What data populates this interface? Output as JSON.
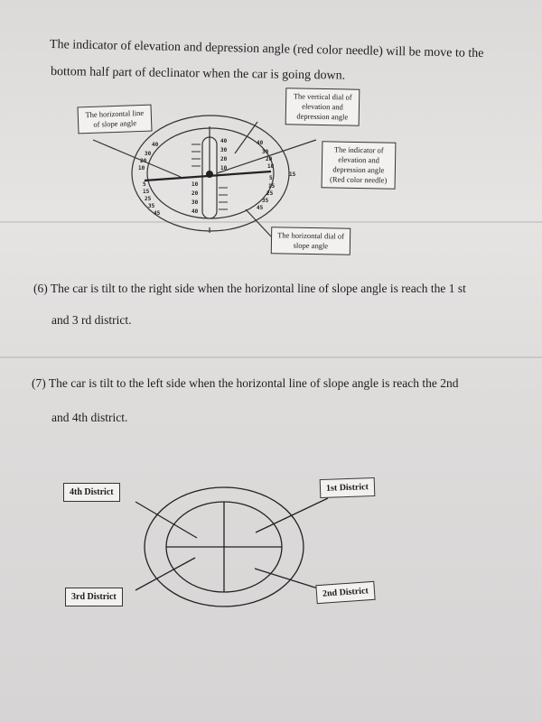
{
  "intro": {
    "line1": "The indicator of elevation and depression angle (red color needle) will be move to the",
    "line2": "bottom half part of declinator when the car is going down."
  },
  "declinator_labels": {
    "horizontal_line": "The horizontal line of slope angle",
    "vertical_dial": "The vertical dial of elevation and depression angle",
    "indicator": "The indicator of elevation and depression angle (Red color needle)",
    "horizontal_dial": "The horizontal dial of slope angle"
  },
  "dial_numbers": {
    "vertical": [
      "40",
      "30",
      "20",
      "10",
      "10",
      "20",
      "30",
      "40"
    ],
    "right": [
      "40",
      "30",
      "20",
      "10",
      "15",
      "5",
      "15",
      "25",
      "35",
      "45"
    ],
    "left": [
      "40",
      "30",
      "20",
      "10",
      "5",
      "15",
      "25",
      "35",
      "45"
    ]
  },
  "item6": {
    "line1": "(6)  The car is tilt to the right side when the horizontal line of slope angle is reach the 1 st",
    "line2": "and 3 rd district."
  },
  "item7": {
    "line1": "(7) The car is tilt to the left side when the horizontal line of slope angle is reach the 2nd",
    "line2": "and 4th district."
  },
  "districts": {
    "d4": "4th District",
    "d1": "1st District",
    "d3": "3rd District",
    "d2": "2nd District"
  }
}
